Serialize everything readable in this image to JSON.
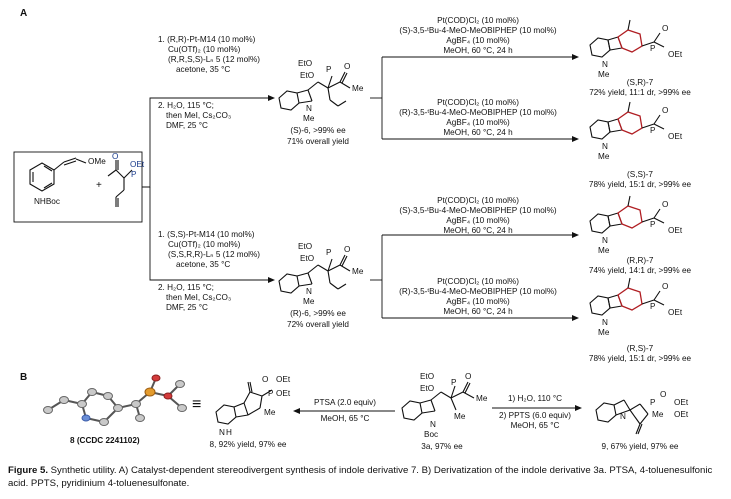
{
  "panels": {
    "a": "A",
    "b": "B"
  },
  "start": {
    "reagent_a": "OMe",
    "reagent_a_nh": "NHBoc",
    "plus": "+",
    "reagent_b_oet": "OEt",
    "reagent_b_p": "P",
    "reagent_b_o": "O"
  },
  "upper_route": {
    "l1": "1. (R,R)-Pt-M14 (10 mol%)",
    "l2": "Cu(OTf)₂ (10 mol%)",
    "l3": "(R,R,S,S)-Lₙ 5 (12 mol%)",
    "l4": "acetone, 35 °C",
    "l5": "2. H₂O, 115 °C;",
    "l6": "then MeI, Cs₂CO₃",
    "l7": "DMF, 25 °C",
    "product": "(S)-6, >99% ee",
    "yield": "71% overall yield"
  },
  "lower_route": {
    "l1": "1. (S,S)-Pt-M14 (10 mol%)",
    "l2": "Cu(OTf)₂ (10 mol%)",
    "l3": "(S,S,R,R)-Lₙ 5 (12 mol%)",
    "l4": "acetone, 35 °C",
    "l5": "2. H₂O, 115 °C;",
    "l6": "then MeI, Cs₂CO₃",
    "l7": "DMF, 25 °C",
    "product": "(R)-6, >99% ee",
    "yield": "72% overall yield"
  },
  "conditions": [
    {
      "c1": "Pt(COD)Cl₂ (10 mol%)",
      "c2": "(S)-3,5-ᵗBu-4-MeO-MeOBIPHEP (10 mol%)",
      "c3": "AgBF₄ (10 mol%)",
      "c4": "MeOH, 60 °C, 24 h",
      "product": "(S,R)-7",
      "result": "72% yield, 11:1 dr, >99% ee"
    },
    {
      "c1": "Pt(COD)Cl₂ (10 mol%)",
      "c2": "(R)-3,5-ᵗBu-4-MeO-MeOBIPHEP (10 mol%)",
      "c3": "AgBF₄ (10 mol%)",
      "c4": "MeOH, 60 °C, 24 h",
      "product": "(S,S)-7",
      "result": "78% yield, 15:1 dr, >99% ee"
    },
    {
      "c1": "Pt(COD)Cl₂ (10 mol%)",
      "c2": "(S)-3,5-ᵗBu-4-MeO-MeOBIPHEP (10 mol%)",
      "c3": "AgBF₄ (10 mol%)",
      "c4": "MeOH, 60 °C, 24 h",
      "product": "(R,R)-7",
      "result": "74% yield, 14:1 dr, >99% ee"
    },
    {
      "c1": "Pt(COD)Cl₂ (10 mol%)",
      "c2": "(R)-3,5-ᵗBu-4-MeO-MeOBIPHEP (10 mol%)",
      "c3": "AgBF₄ (10 mol%)",
      "c4": "MeOH, 60 °C, 24 h",
      "product": "(R,S)-7",
      "result": "78% yield, 15:1 dr, >99% ee"
    }
  ],
  "part_b": {
    "crystal_label": "8 (CCDC 2241102)",
    "equiv": "≡",
    "left_cond1": "PTSA (2.0 equiv)",
    "left_cond2": "MeOH, 65 °C",
    "product8": "8, 92% yield, 97% ee",
    "start3a": "3a, 97% ee",
    "right_cond1": "1) H₂O, 110 °C",
    "right_cond2": "2) PPTS (6.0 equiv)",
    "right_cond3": "MeOH, 65 °C",
    "product9": "9, 67% yield, 97% ee"
  },
  "atoms": {
    "oet": "OEt",
    "eto": "EtO",
    "p": "P",
    "o": "O",
    "n": "N",
    "me": "Me",
    "h": "H",
    "boc": "Boc"
  },
  "caption": {
    "head": "Figure 5.",
    "body": " Synthetic utility. A) Catalyst-dependent stereodivergent synthesis of indole derivative 7. B) Derivatization of the indole derivative 3a. PTSA, 4-toluenesulfonic acid. PPTS, pyridinium 4-toluenesulfonate."
  }
}
